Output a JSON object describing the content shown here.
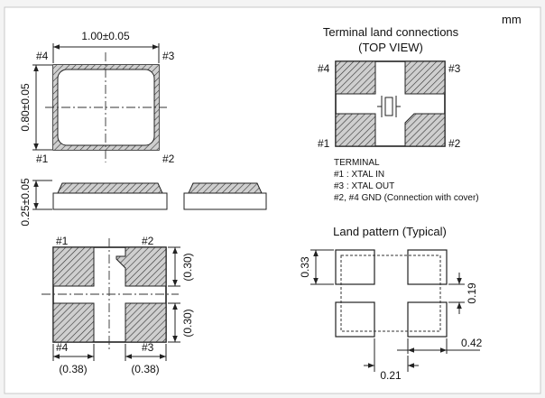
{
  "unit_label": "mm",
  "top_view": {
    "width_dim": "1.00±0.05",
    "height_dim": "0.80±0.05",
    "pin_top_left": "#4",
    "pin_top_right": "#3",
    "pin_bottom_left": "#1",
    "pin_bottom_right": "#2"
  },
  "side_view": {
    "height_dim": "0.25±0.05"
  },
  "bottom_view": {
    "pin_top_left": "#1",
    "pin_top_right": "#2",
    "pin_bottom_left": "#4",
    "pin_bottom_right": "#3",
    "pad_height_upper": "(0.30)",
    "pad_height_lower": "(0.30)",
    "pad_width_left": "(0.38)",
    "pad_width_right": "(0.38)"
  },
  "terminal_connections": {
    "title_line1": "Terminal land connections",
    "title_line2": "(TOP VIEW)",
    "pin_top_left": "#4",
    "pin_top_right": "#3",
    "pin_bottom_left": "#1",
    "pin_bottom_right": "#2",
    "legend_title": "TERMINAL",
    "legend_lines": [
      "#1 : XTAL IN",
      "#3 : XTAL OUT",
      "#2, #4 GND (Connection with cover)"
    ]
  },
  "land_pattern": {
    "title": "Land pattern (Typical)",
    "dim_pad_height": "0.33",
    "dim_gap_vertical": "0.19",
    "dim_pad_width": "0.42",
    "dim_gap_horizontal": "0.21"
  }
}
